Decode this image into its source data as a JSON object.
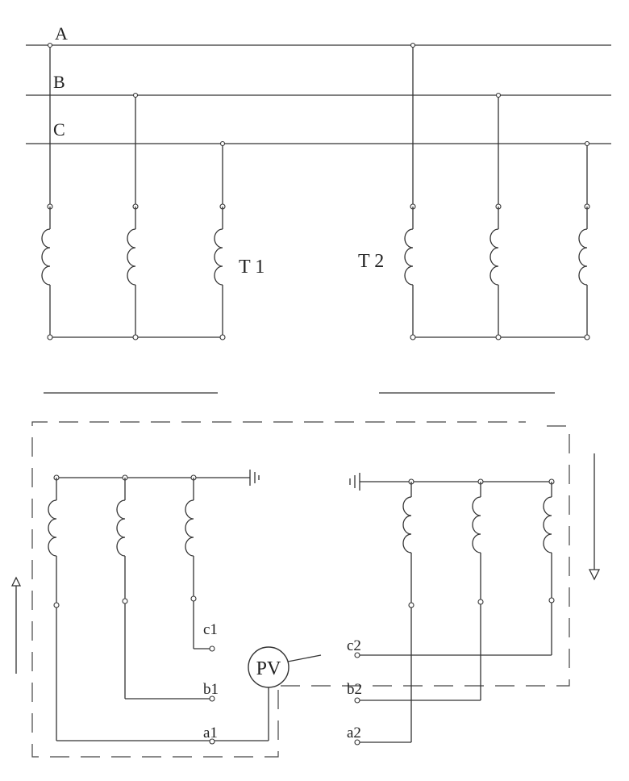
{
  "bus_labels": {
    "a": "A",
    "b": "B",
    "c": "C"
  },
  "transformer_labels": {
    "t1": "T 1",
    "t2": "T 2"
  },
  "meter_label": "PV",
  "terminals": {
    "a1": "a1",
    "b1": "b1",
    "c1": "c1",
    "a2": "a2",
    "b2": "b2",
    "c2": "c2"
  }
}
